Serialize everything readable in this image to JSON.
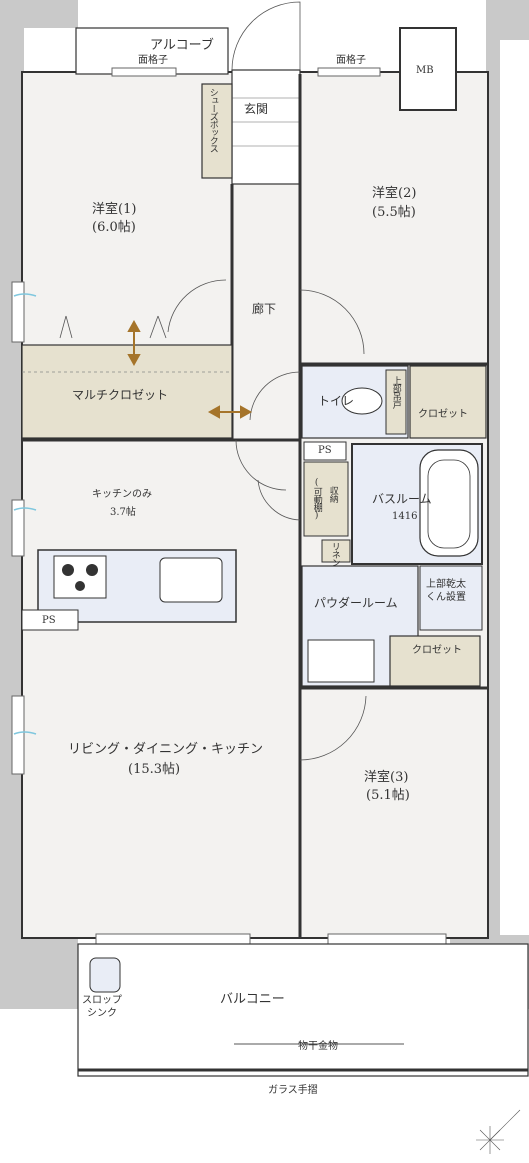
{
  "rooms": {
    "alcove": "アルコーブ",
    "entrance": "玄関",
    "shoe_box": "シューズボックス",
    "western1_name": "洋室(1)",
    "western1_size": "(6.0帖)",
    "western2_name": "洋室(2)",
    "western2_size": "(5.5帖)",
    "corridor": "廊下",
    "multi_closet": "マルチクロゼット",
    "toilet": "トイレ",
    "upper_storage": "上部吊戸",
    "closet_upper": "クロゼット",
    "ps_mid": "PS",
    "kitchen_only": "キッチンのみ",
    "kitchen_size": "3.7帖",
    "storage_movable": "(可動棚)",
    "storage": "収納",
    "bathroom": "バスルーム",
    "bath_size": "1416",
    "linen": "リネン",
    "powder_room": "パウダールーム",
    "dryer": "上部乾太くん設置",
    "closet_lower": "クロゼット",
    "ps_kitchen": "PS",
    "ldk_name": "リビング・ダイニング・キッチン",
    "ldk_size": "(15.3帖)",
    "western3_name": "洋室(3)",
    "western3_size": "(5.1帖)",
    "balcony": "バルコニー",
    "slop_sink": "スロップシンク",
    "laundry_hardware": "物干金物",
    "glass_rail": "ガラス手摺",
    "grille_left": "面格子",
    "grille_right": "面格子",
    "mb": "MB"
  },
  "colors": {
    "wall": "#c9c9c9",
    "closet_fill": "#e6e1cf",
    "wet_fill": "#e9edf6",
    "accent_arrow": "#a5742a",
    "air_flow": "#7fc7de"
  }
}
